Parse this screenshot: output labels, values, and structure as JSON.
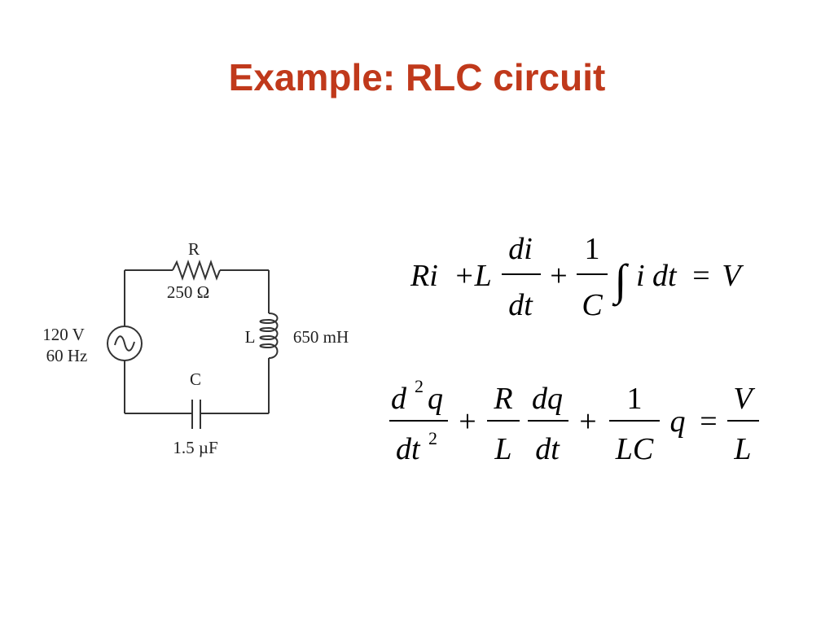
{
  "slide": {
    "title": "Example: RLC circuit"
  },
  "circuit": {
    "source": {
      "voltage": "120 V",
      "frequency": "60 Hz"
    },
    "resistor": {
      "name": "R",
      "value": "250 Ω"
    },
    "inductor": {
      "name": "L",
      "value": "650 mH"
    },
    "capacitor": {
      "name": "C",
      "value": "1.5 µF"
    }
  },
  "equation1": {
    "ri": "Ri",
    "plus_l": "+L",
    "di": "di",
    "dt": "dt",
    "plus1": "+",
    "one": "1",
    "c": "C",
    "integral": "∫",
    "i": "i",
    "dt2": "dt",
    "equals": "=",
    "v": "V"
  },
  "equation2": {
    "d": "d",
    "exp2": "2",
    "q": "q",
    "dt": "dt",
    "dt_exp": "2",
    "plus1": "+",
    "r": "R",
    "l": "L",
    "dq": "dq",
    "dt2": "dt",
    "plus2": "+",
    "one": "1",
    "lc": "LC",
    "q2": "q",
    "equals": "=",
    "v": "V",
    "l2": "L"
  }
}
